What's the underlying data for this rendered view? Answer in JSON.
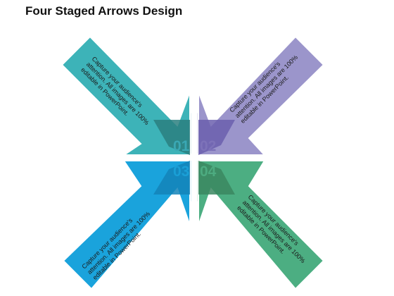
{
  "title": "Four Staged Arrows Design",
  "stages": [
    {
      "number": "01",
      "lines": [
        "Capture your audience's",
        "attention. All images are 100%",
        "editable in PowerPoint."
      ],
      "color": "#3db3b8",
      "dark": "#2a7f7f",
      "light": "#e3f1f2",
      "num_color": "#3aa8b4"
    },
    {
      "number": "02",
      "lines": [
        "Capture your audience's",
        "attention. All images are 100%",
        "editable in PowerPoint."
      ],
      "color": "#9b95cb",
      "dark": "#6b5fae",
      "light": "#e6e5f2",
      "num_color": "#7d72b9"
    },
    {
      "number": "03",
      "lines": [
        "Capture your audience's",
        "attention. All images are 100%",
        "editable in PowerPoint."
      ],
      "color": "#1aa3dc",
      "dark": "#1484b9",
      "light": "#dcf1f9",
      "num_color": "#1a9fd6"
    },
    {
      "number": "04",
      "lines": [
        "Capture your audience's",
        "attention. All images are 100%",
        "editable in PowerPoint."
      ],
      "color": "#4cae82",
      "dark": "#3b8760",
      "light": "#e1f1e9",
      "num_color": "#4dab80"
    }
  ]
}
